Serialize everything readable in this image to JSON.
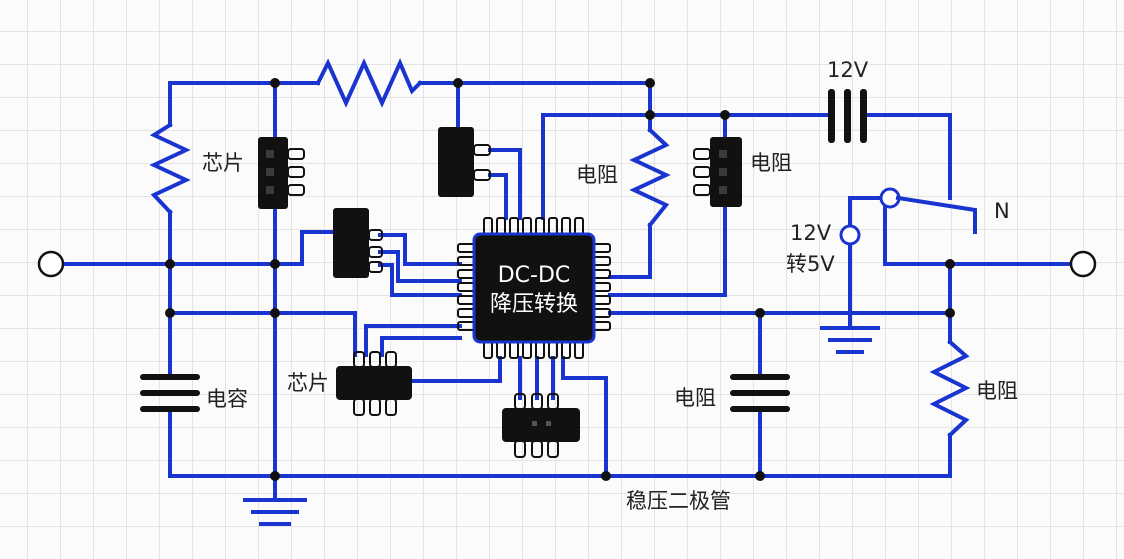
{
  "ic": {
    "line1": "DC-DC",
    "line2": "降压转换"
  },
  "labels": {
    "top_cap": "12V",
    "reg_line1": "12V",
    "reg_line2": "转5V",
    "switch": "N",
    "chip_left_upper": "芯片",
    "chip_left_lower": "芯片",
    "res_center": "电阻",
    "res_right_top": "电阻",
    "res_right_lower": "电阻",
    "res_bottom_right": "电阻",
    "capacitor": "电容",
    "zener": "稳压二极管"
  }
}
